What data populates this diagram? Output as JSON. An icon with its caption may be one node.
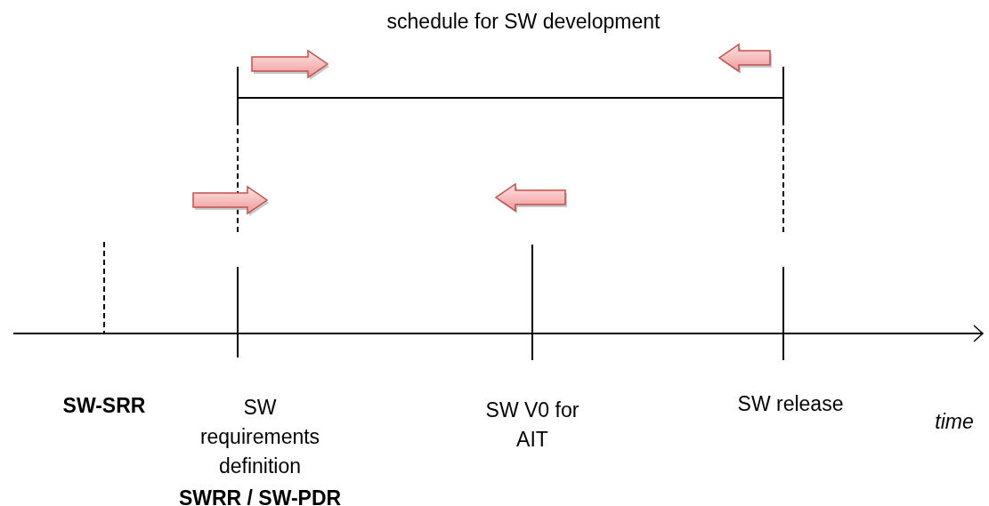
{
  "diagram": {
    "title": "schedule for SW development",
    "labels": [
      "SW-SRR",
      "SW requirements definition",
      "SWRR / SW-PDR",
      "SW V0 for AIT",
      "SW release",
      "time"
    ]
  }
}
